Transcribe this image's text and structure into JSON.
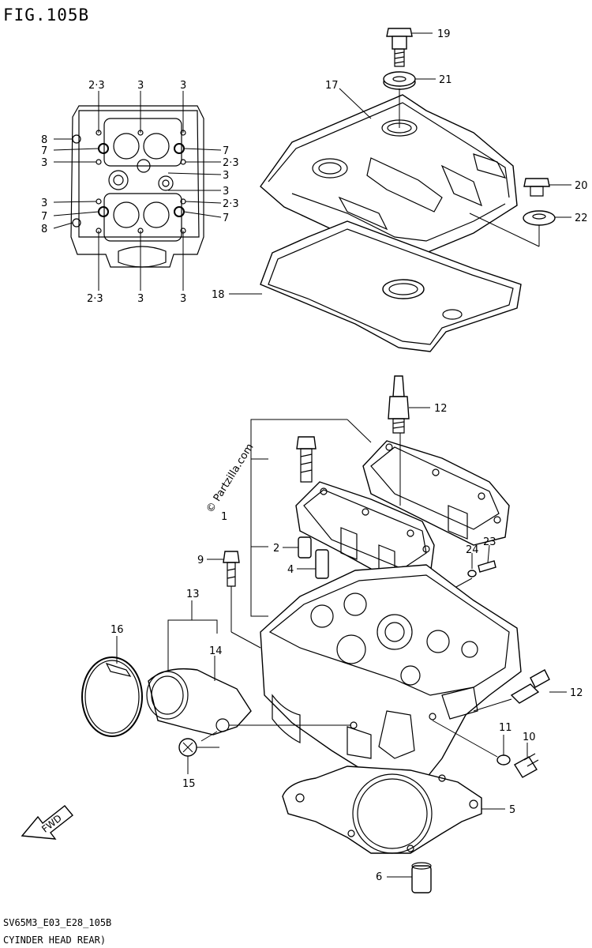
{
  "figure": {
    "title": "FIG.105B",
    "model_code": "SV65M3_E03_E28_105B",
    "section": "CYINDER HEAD REAR)",
    "watermark": "© Partzilla.com",
    "direction_label": "FWD"
  },
  "top_view_labels": {
    "top": [
      "2·3",
      "3",
      "3"
    ],
    "left": [
      "8",
      "7",
      "3",
      "3",
      "7",
      "8"
    ],
    "right": [
      "7",
      "2·3",
      "3",
      "3",
      "2·3",
      "7"
    ],
    "bottom": [
      "2·3",
      "3",
      "3"
    ]
  },
  "callouts": {
    "c19": "19",
    "c21": "21",
    "c17": "17",
    "c20": "20",
    "c22": "22",
    "c18": "18",
    "c12a": "12",
    "c1": "1",
    "c2": "2",
    "c4": "4",
    "c9": "9",
    "c24": "24",
    "c23": "23",
    "c13": "13",
    "c16": "16",
    "c14": "14",
    "c12b": "12",
    "c11": "11",
    "c10": "10",
    "c15": "15",
    "c5": "5",
    "c6": "6"
  }
}
